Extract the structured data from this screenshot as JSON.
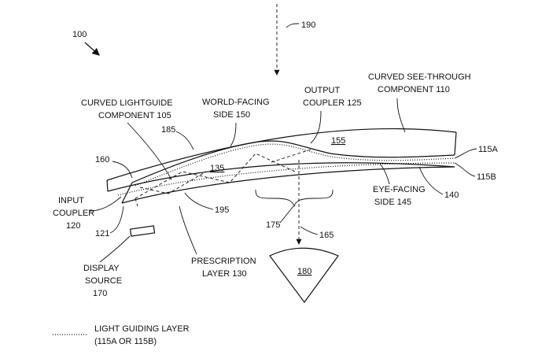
{
  "figure": {
    "ref_100": "100",
    "ref_190": "190",
    "curved_see_through": [
      "CURVED SEE-THROUGH",
      "COMPONENT 110"
    ],
    "output_coupler": [
      "OUTPUT",
      "COUPLER 125"
    ],
    "world_facing": [
      "WORLD-FACING",
      "SIDE 150"
    ],
    "curved_lightguide": [
      "CURVED LIGHTGUIDE",
      "COMPONENT 105"
    ],
    "ref_185": "185",
    "ref_155": "155",
    "ref_115A": "115A",
    "ref_115B": "115B",
    "ref_160": "160",
    "ref_135": "135",
    "eye_facing": [
      "EYE-FACING",
      "SIDE 145"
    ],
    "ref_140": "140",
    "input_coupler": [
      "INPUT",
      "COUPLER",
      "120"
    ],
    "ref_195": "195",
    "ref_121": "121",
    "ref_175": "175",
    "ref_165": "165",
    "prescription": [
      "PRESCRIPTION",
      "LAYER 130"
    ],
    "ref_180": "180",
    "display_source": [
      "DISPLAY",
      "SOURCE",
      "170"
    ]
  },
  "legend": {
    "line1": "LIGHT GUIDING LAYER",
    "line2": "(115A OR 115B)"
  }
}
